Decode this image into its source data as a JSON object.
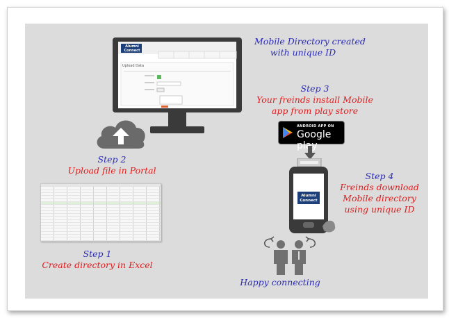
{
  "steps": {
    "step1": {
      "title": "Step 1",
      "text": "Create  directory in Excel"
    },
    "step2": {
      "title": "Step 2",
      "text": "Upload file in Portal"
    },
    "step3": {
      "title": "Step 3",
      "line1": "Your freinds  install Mobile",
      "line2": "app from play store"
    },
    "step4": {
      "title": "Step 4",
      "line1": "Freinds download",
      "line2": "Mobile directory",
      "line3": "using unique ID"
    },
    "mobile_directory": {
      "line1": "Mobile Directory created",
      "line2": "with unique ID"
    },
    "happy": "Happy connecting"
  },
  "google_play": {
    "top": "ANDROID APP ON",
    "brand": "Google play"
  },
  "logo": {
    "line1": "Alumni",
    "line2": "Connect"
  },
  "portal": {
    "section_title": "Upload Data"
  },
  "colors": {
    "panel": "#dcdcdc",
    "blue_text": "#2b2bb5",
    "red_text": "#e21b1b",
    "logo": "#1c3f7a",
    "cloud": "#6a6a6a",
    "person": "#707070"
  },
  "icons": [
    "monitor-icon",
    "cloud-upload-icon",
    "spreadsheet-icon",
    "google-play-badge",
    "down-arrow-icon",
    "smartphone-icon",
    "people-icon"
  ]
}
